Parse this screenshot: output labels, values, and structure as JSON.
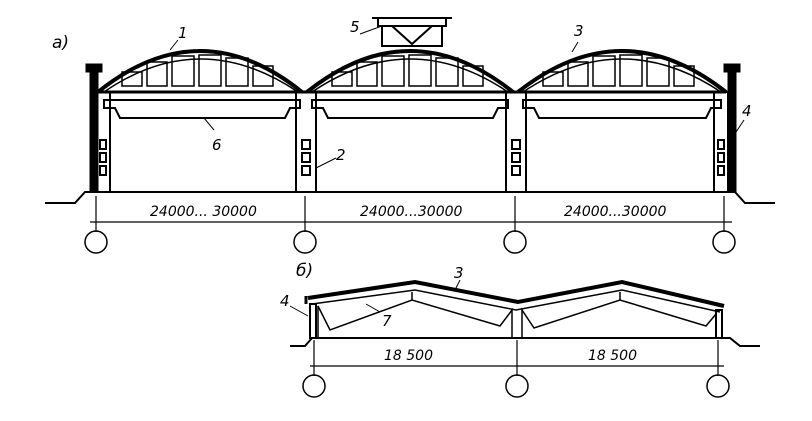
{
  "section_labels": {
    "a": "а)",
    "b": "б)"
  },
  "top_section": {
    "dimensions": [
      "24000... 30000",
      "24000...30000",
      "24000...30000"
    ],
    "part_numbers": {
      "roof_arch": "1",
      "column": "2",
      "roof_right": "3",
      "wall": "4",
      "skylight": "5",
      "beam": "6"
    }
  },
  "bottom_section": {
    "dimensions": [
      "18 500",
      "18 500"
    ],
    "part_numbers": {
      "roof": "3",
      "wall": "4",
      "frame": "7"
    }
  }
}
